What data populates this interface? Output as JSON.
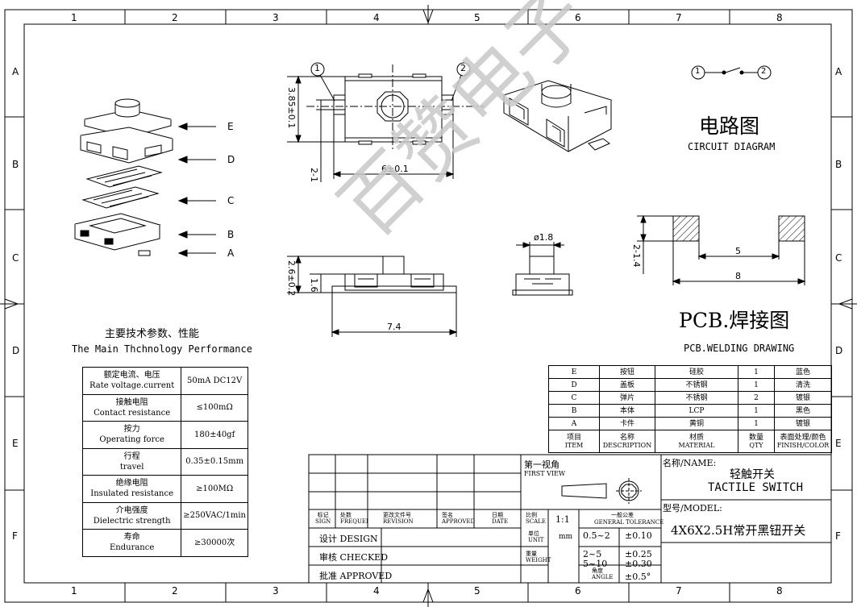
{
  "grid": {
    "columns": [
      "1",
      "2",
      "3",
      "4",
      "5",
      "6",
      "7",
      "8"
    ],
    "rows": [
      "A",
      "B",
      "C",
      "D",
      "E",
      "F"
    ]
  },
  "exploded": {
    "labels": [
      "E",
      "D",
      "C",
      "B",
      "A"
    ]
  },
  "front_view": {
    "pin1": "1",
    "pin2": "2",
    "height_dim": "3.85±0.1",
    "pin_dim": "2-1",
    "width_dim": "6±0.1"
  },
  "side_view": {
    "height_dim": "2.6±0.2",
    "inner_dim": "1.6",
    "length_dim": "7.4",
    "diameter_dim": "ø1.8"
  },
  "circuit": {
    "pin1": "1",
    "pin2": "2",
    "title_cn": "电路图",
    "title_en": "CIRCUIT DIAGRAM"
  },
  "pcb": {
    "pad_dim": "2-1.4",
    "spacing_inner": "5",
    "spacing_outer": "8",
    "title_cn": "PCB.焊接图",
    "title_en": "PCB.WELDING DRAWING"
  },
  "performance": {
    "title_cn": "主要技术参数、性能",
    "title_en": "The Main Thchnology Performance",
    "rows": [
      {
        "cn": "额定电流、电压",
        "en": "Rate voltage.current",
        "value": "50mA DC12V"
      },
      {
        "cn": "接触电阻",
        "en": "Contact resistance",
        "value": "≤100mΩ"
      },
      {
        "cn": "按力",
        "en": "Operating force",
        "value": "180±40gf"
      },
      {
        "cn": "行程",
        "en": "travel",
        "value": "0.35±0.15mm"
      },
      {
        "cn": "绝缘电阻",
        "en": "Insulated resistance",
        "value": "≥100MΩ"
      },
      {
        "cn": "介电强度",
        "en": "Dielectric strength",
        "value": "≥250VAC/1min"
      },
      {
        "cn": "寿命",
        "en": "Endurance",
        "value": "≥30000次"
      }
    ]
  },
  "bom": {
    "rows": [
      {
        "item": "E",
        "desc": "按钮",
        "material": "硅胶",
        "qty": "1",
        "finish": "蓝色"
      },
      {
        "item": "D",
        "desc": "盖板",
        "material": "不锈钢",
        "qty": "1",
        "finish": "清洗"
      },
      {
        "item": "C",
        "desc": "弹片",
        "material": "不锈钢",
        "qty": "2",
        "finish": "镀银"
      },
      {
        "item": "B",
        "desc": "本体",
        "material": "LCP",
        "qty": "1",
        "finish": "黑色"
      },
      {
        "item": "A",
        "desc": "卡件",
        "material": "黄铜",
        "qty": "1",
        "finish": "镀银"
      }
    ],
    "header": {
      "item_cn": "项目",
      "item_en": "ITEM",
      "desc_cn": "名称",
      "desc_en": "DESCRIPTION",
      "material_cn": "材质",
      "material_en": "MATERIAL",
      "qty_cn": "数量",
      "qty_en": "QTY",
      "finish_cn": "表面处理/颜色",
      "finish_en": "FINISH/COLOR"
    }
  },
  "titleblock": {
    "rev": {
      "sign_cn": "标记",
      "sign_en": "SIGN",
      "freq_cn": "处数",
      "freq_en": "FREQUENCY",
      "revision_cn": "更改文件号",
      "revision_en": "REVISION",
      "approved_cn": "签名",
      "approved_en": "APPROVED",
      "date_cn": "日期",
      "date_en": "DATE"
    },
    "design": "设计 DESIGN",
    "checked": "审核 CHECKED",
    "approved": "批准 APPROVED",
    "projection_cn": "第一视角",
    "projection_en": "FIRST VIEW",
    "scale_cn": "比例",
    "scale_en": "SCALE",
    "scale_value": "1:1",
    "tolerance_cn": "一般公差",
    "tolerance_en": "GENERAL TOLERANCE",
    "unit_cn": "单位",
    "unit_en": "UNIT",
    "unit_value": "mm",
    "weight_cn": "重量",
    "weight_en": "WEIGHT",
    "angle_cn": "角度",
    "angle_en": "ANGLE",
    "tol_rows": [
      {
        "range": "0.5~2",
        "tol": "±0.10"
      },
      {
        "range": "2~5",
        "tol": "±0.25"
      },
      {
        "range": "5~10",
        "tol": "±0.30"
      }
    ],
    "angle_tol": "±0.5°",
    "name_label": "名称/NAME:",
    "name_cn": "轻触开关",
    "name_en": "TACTILE SWITCH",
    "model_label": "型号/MODEL:",
    "model_value": "4X6X2.5H常开黑钮开关"
  },
  "watermark": "百赞电子"
}
